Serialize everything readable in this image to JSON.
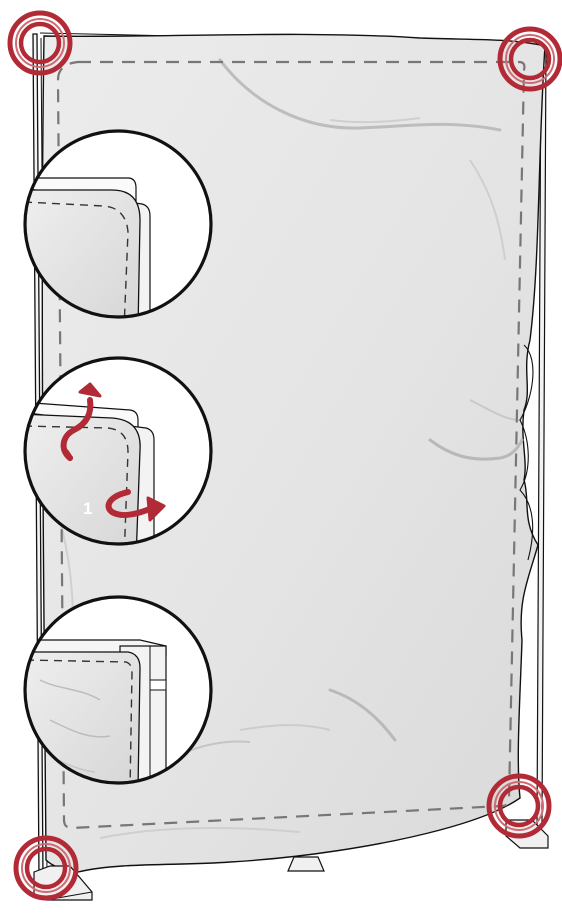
{
  "figure": {
    "kind": "assembly-instruction-illustration",
    "subject": "fabric-banner-frame",
    "colors": {
      "accent": "#b22a35",
      "accent_light": "#cf6b72",
      "fabric": "#e2e2e2",
      "fabric_shadow": "#c9c9c9",
      "outline": "#111111",
      "guide_dash": "#777777",
      "background": "#ffffff"
    },
    "corner_markers": [
      "corner-top-left",
      "corner-top-right",
      "corner-bottom-left",
      "corner-bottom-right"
    ],
    "detail_views": [
      "detail-corner-edge",
      "detail-fold-corner",
      "detail-tucked-corner"
    ],
    "step_label": "1",
    "icons": [
      "rotate-arrow-icon",
      "push-arrow-icon"
    ]
  }
}
